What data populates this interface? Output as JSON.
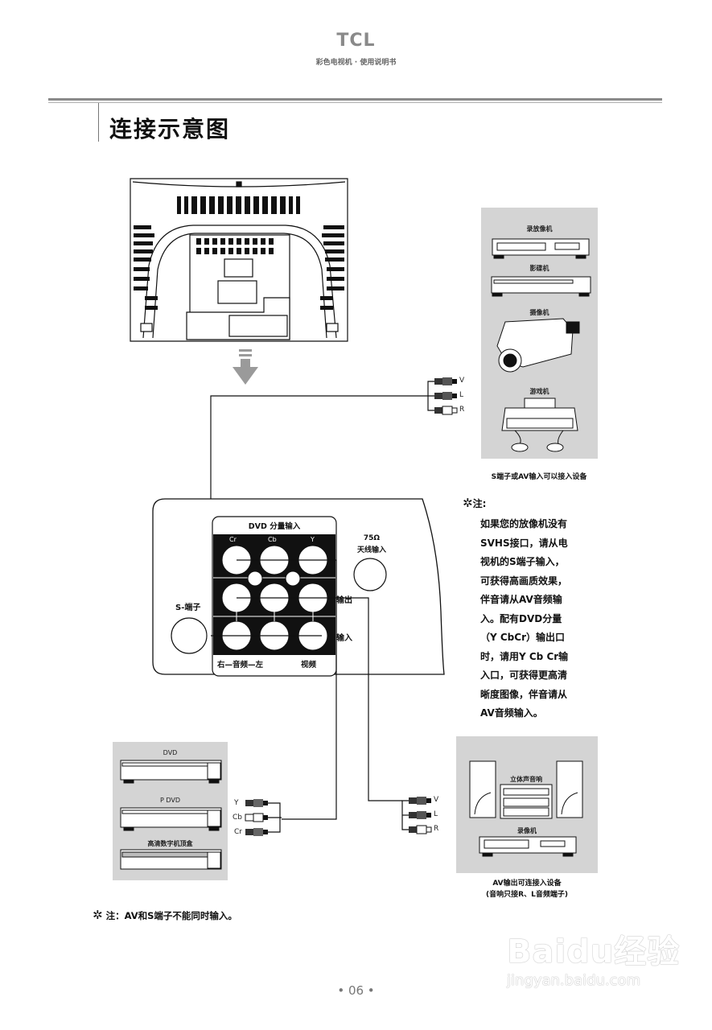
{
  "header": {
    "brand": "TCL",
    "subtitle": "彩色电视机 · 使用说明书"
  },
  "page_title": "连接示意图",
  "top_right_panel": {
    "devices": [
      "录放像机",
      "影碟机",
      "摄像机",
      "游戏机"
    ],
    "caption": "S端子或AV输入可以接入设备",
    "jacks": [
      "V",
      "L",
      "R"
    ]
  },
  "connection_panel": {
    "dvd_header": "DVD 分量输入",
    "component_labels": [
      "Cr",
      "Cb",
      "Y"
    ],
    "row_labels": [
      "输出",
      "输入"
    ],
    "footer_left": "右—音频—左",
    "footer_right": "视频",
    "s_terminal": "S-端子",
    "antenna_line1": "75Ω",
    "antenna_line2": "天线输入"
  },
  "side_note": {
    "head": "注:",
    "lines": [
      "如果您的放像机没有",
      "SVHS接口，请从电",
      "视机的S端子输入，",
      "可获得高画质效果，",
      "伴音请从AV音频输",
      "入。配有DVD分量",
      "（Y CbCr）输出口",
      "时，请用Y Cb Cr输",
      "入口，可获得更高清",
      "晰度图像，伴音请从",
      "AV音频输入。"
    ]
  },
  "bottom_left_panel": {
    "devices": [
      "DVD",
      "P DVD",
      "高清数字机顶盒"
    ],
    "jacks": [
      "Y",
      "Cb",
      "Cr"
    ]
  },
  "bottom_right_panel": {
    "devices": [
      "立体声音响",
      "录像机"
    ],
    "caption_line1": "AV输出可连接入设备",
    "caption_line2": "(音响只接R、L音频端子)",
    "jacks": [
      "V",
      "L",
      "R"
    ]
  },
  "bottom_note": "注：AV和S端子不能同时输入。",
  "page_number": "• 06 •",
  "watermark": {
    "logo": "Baidu经验",
    "url": "jingyan.baidu.com"
  },
  "icons": {
    "note_icon": "lightbulb-icon",
    "arrow": "down-arrow-icon"
  }
}
